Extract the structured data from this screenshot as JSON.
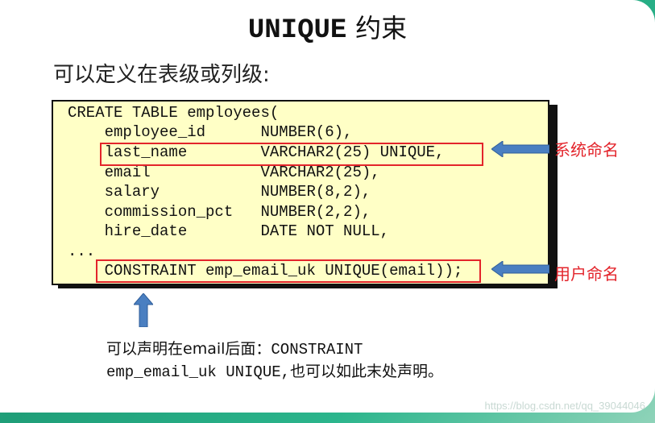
{
  "title": {
    "mono": "UNIQUE",
    "cn": "约束"
  },
  "subtitle": "可以定义在表级或列级:",
  "code": {
    "lines": [
      "CREATE TABLE employees(",
      "    employee_id      NUMBER(6),",
      "    last_name        VARCHAR2(25) UNIQUE,",
      "    email            VARCHAR2(25),",
      "    salary           NUMBER(8,2),",
      "    commission_pct   NUMBER(2,2),",
      "    hire_date        DATE NOT NULL,",
      "...",
      "    CONSTRAINT emp_email_uk UNIQUE(email));"
    ]
  },
  "annotations": {
    "system_named": "系统命名",
    "user_named": "用户命名"
  },
  "note": {
    "line1_prefix": "可以声明在email后面：",
    "line1_mono": "CONSTRAINT",
    "line2_mono": "emp_email_uk UNIQUE,",
    "line2_suffix": "也可以如此末处声明。"
  },
  "watermark": "https://blog.csdn.net/qq_39044046",
  "colors": {
    "highlight": "#e3242b",
    "arrow": "#4a7fc1",
    "code_bg": "#ffffc6"
  }
}
